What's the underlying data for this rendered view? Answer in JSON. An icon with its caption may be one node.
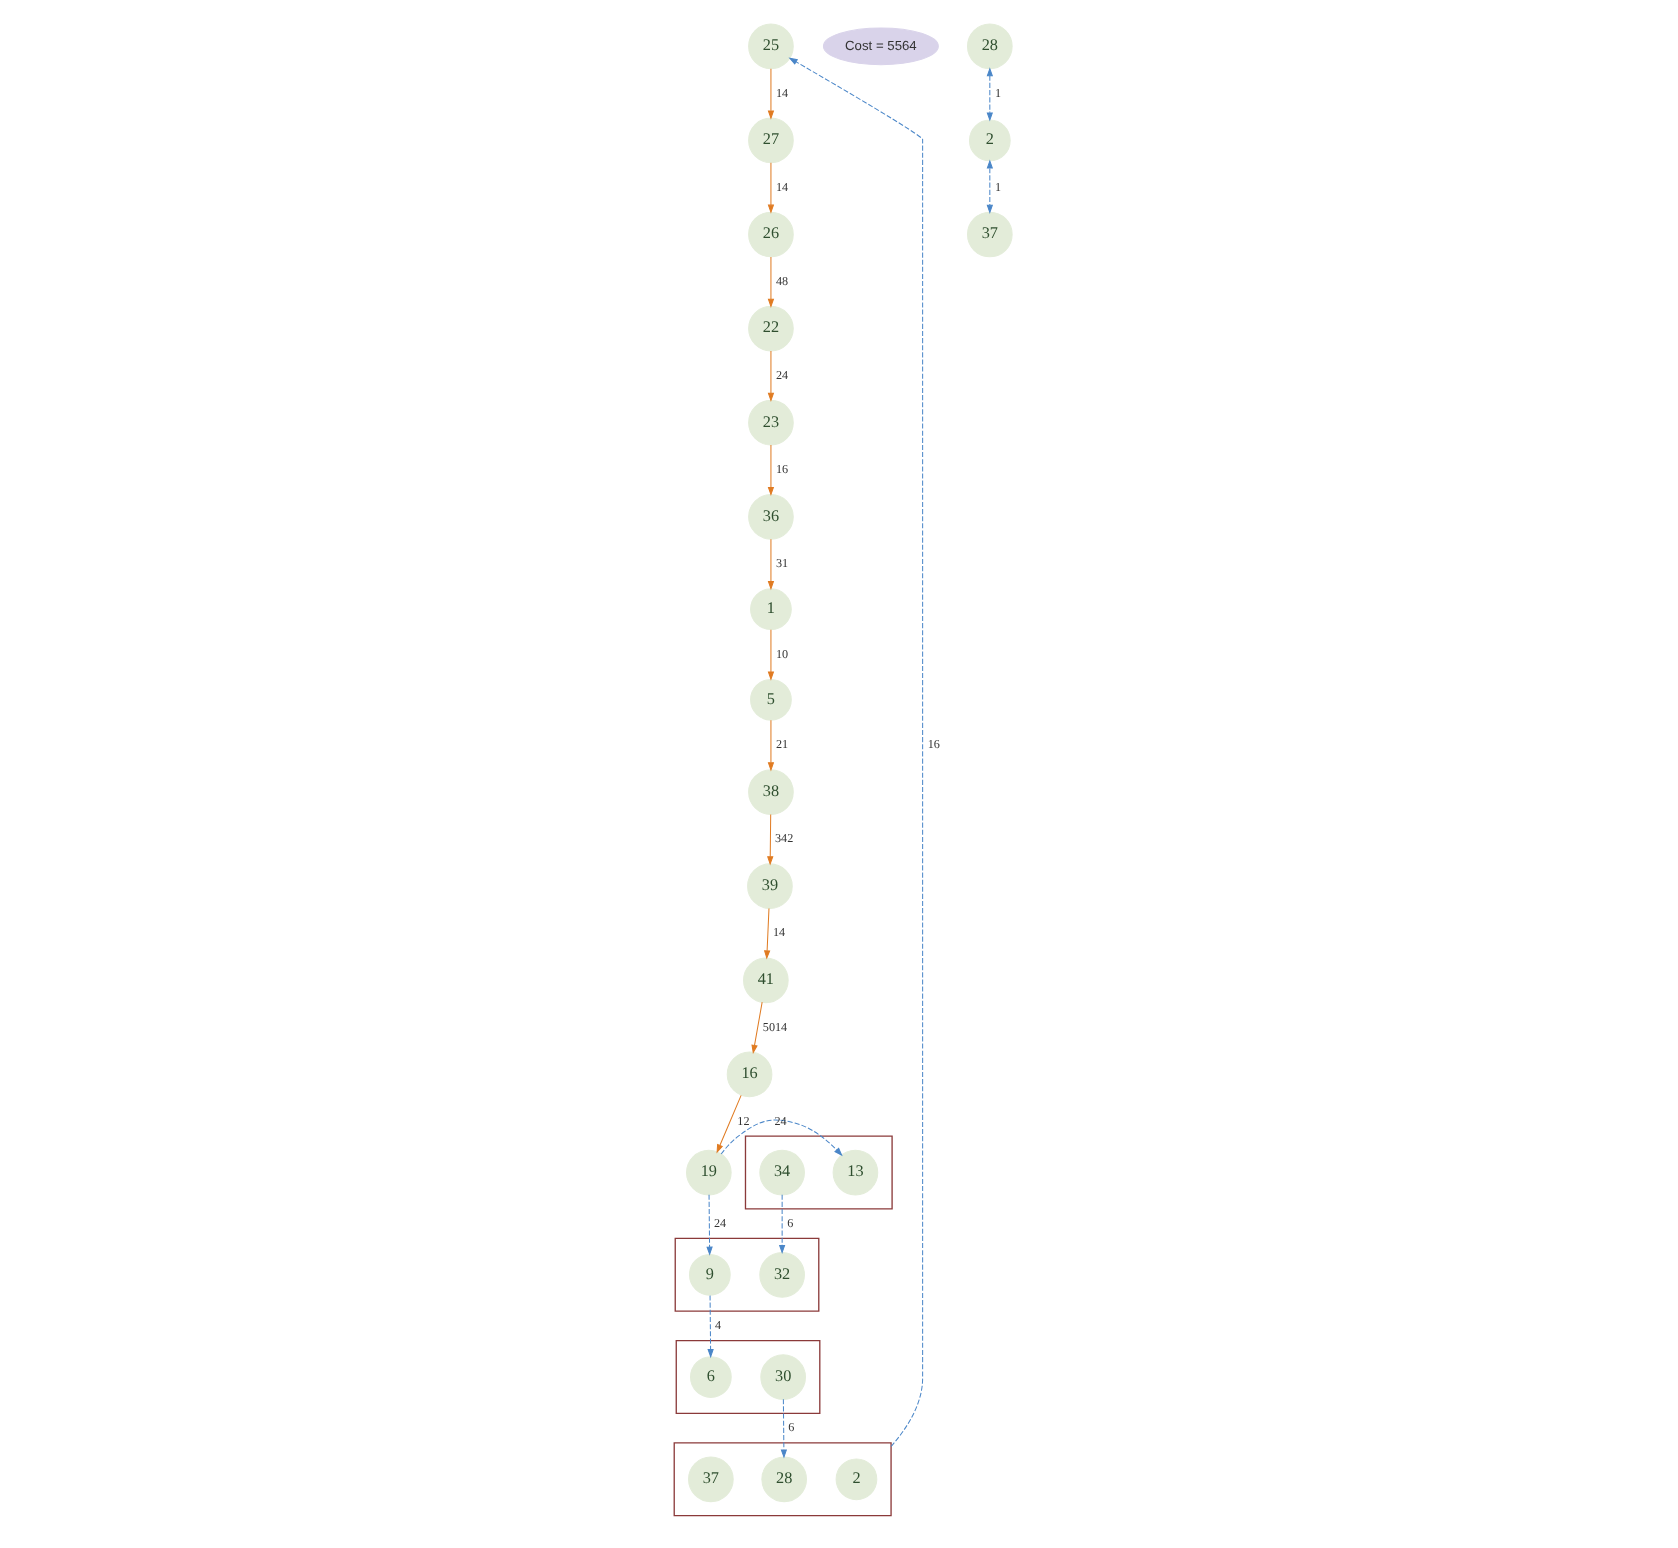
{
  "diagram": {
    "nodes": [
      {
        "text": [
          "36"
        ]
      },
      {
        "text": [
          "1"
        ]
      },
      {
        "text": [
          "5"
        ]
      },
      {
        "text": [
          "38"
        ]
      },
      {
        "text": [
          "39"
        ]
      },
      {
        "text": [
          "41"
        ]
      },
      {
        "text": [
          "16"
        ]
      },
      {
        "text": [
          "23"
        ]
      },
      {
        "text": [
          "Cost = 5564"
        ]
      },
      {
        "text": [
          "19"
        ]
      },
      {
        "text": [
          "22"
        ]
      },
      {
        "text": [
          "26"
        ]
      },
      {
        "text": [],
        "shape": "box"
      },
      {
        "text": [
          "13"
        ],
        "in": 12
      },
      {
        "text": [],
        "shape": "box"
      },
      {
        "text": [
          "9"
        ],
        "in": 14
      },
      {
        "text": [
          "32"
        ],
        "in": 14
      },
      {
        "text": [
          "34"
        ],
        "in": 12
      },
      {
        "text": [
          "27"
        ]
      },
      {
        "text": [
          "25"
        ]
      },
      {
        "text": [],
        "shape": "box"
      },
      {
        "text": [
          "2"
        ],
        "in": 20
      },
      {
        "text": [
          "28"
        ],
        "in": 20
      },
      {
        "text": [
          "37"
        ],
        "in": 20
      },
      {
        "text": [],
        "shape": "box"
      },
      {
        "text": [
          "30"
        ],
        "in": 24
      },
      {
        "text": [
          "6"
        ],
        "in": 24
      },
      {
        "text": [
          "28"
        ]
      },
      {
        "text": [
          "2"
        ]
      },
      {
        "text": [
          "37"
        ]
      }
    ],
    "edges": [
      {
        "from": 19,
        "to": 18,
        "arrow": "to",
        "label": "14"
      },
      {
        "from": 18,
        "to": 11,
        "arrow": "to",
        "label": "14"
      },
      {
        "from": 11,
        "to": 10,
        "arrow": "to",
        "label": "48"
      },
      {
        "from": 10,
        "to": 7,
        "arrow": "to",
        "label": "24"
      },
      {
        "from": 7,
        "to": 0,
        "arrow": "to",
        "label": "16"
      },
      {
        "from": 0,
        "to": 1,
        "arrow": "to",
        "label": "31"
      },
      {
        "from": 1,
        "to": 2,
        "arrow": "to",
        "label": "10"
      },
      {
        "from": 2,
        "to": 3,
        "arrow": "to",
        "label": "21"
      },
      {
        "from": 3,
        "to": 4,
        "arrow": "to",
        "label": "342"
      },
      {
        "from": 4,
        "to": 5,
        "arrow": "to",
        "label": "14"
      },
      {
        "from": 5,
        "to": 6,
        "arrow": "to",
        "label": "5014"
      },
      {
        "from": 6,
        "to": 9,
        "arrow": "to",
        "label": "12"
      },
      {
        "from": 9,
        "to": 13,
        "arrow": "to",
        "label": "24",
        "style": "dashed",
        "color": "#4a86c8"
      },
      {
        "from": 9,
        "to": 15,
        "arrow": "to",
        "label": "24",
        "style": "dashed",
        "color": "#4a86c8"
      },
      {
        "from": 17,
        "to": 16,
        "arrow": "to",
        "label": "6",
        "style": "dashed",
        "color": "#4a86c8"
      },
      {
        "from": 15,
        "to": 26,
        "arrow": "to",
        "label": "4",
        "style": "dashed",
        "color": "#4a86c8"
      },
      {
        "from": 25,
        "to": 22,
        "arrow": "to",
        "label": "6",
        "style": "dashed",
        "color": "#4a86c8"
      },
      {
        "from": 20,
        "to": 19,
        "arrow": "to",
        "label": "16",
        "style": "dashed",
        "color": "#4a86c8"
      },
      {
        "from": 27,
        "to": 28,
        "arrow": "both",
        "label": "1",
        "style": "dashed",
        "color": "#4a86c8"
      },
      {
        "from": 28,
        "to": 29,
        "arrow": "both",
        "label": "1",
        "style": "dashed",
        "color": "#4a86c8"
      }
    ]
  }
}
